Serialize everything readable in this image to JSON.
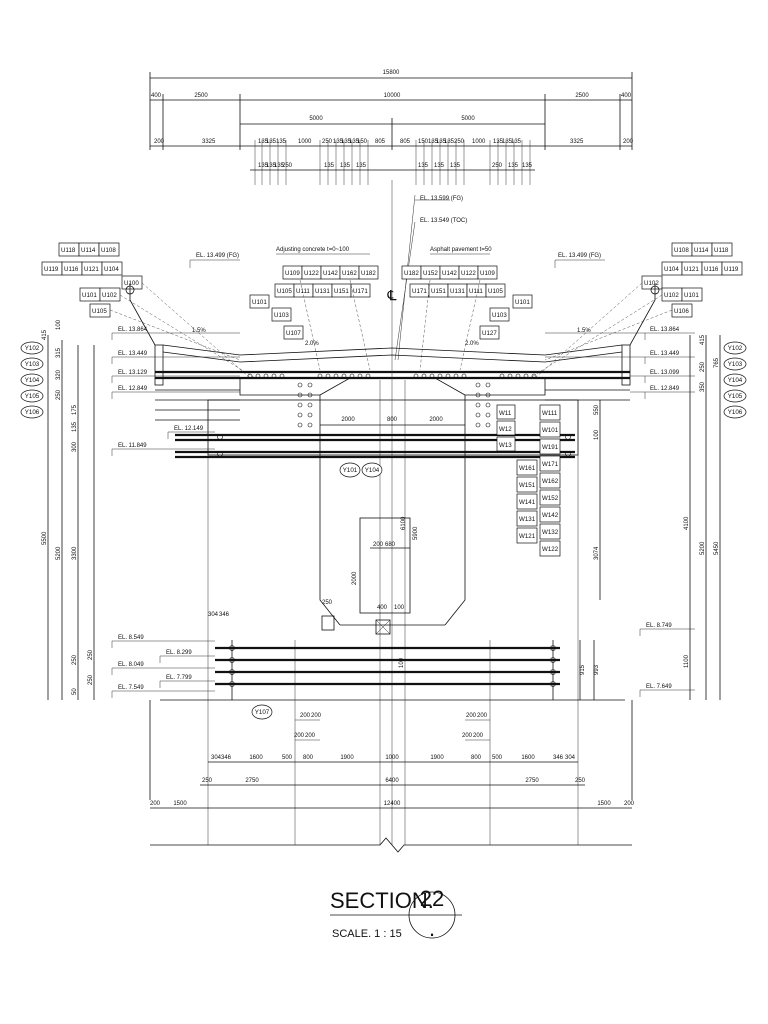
{
  "overall_width": "15800",
  "top_dims_row1": [
    "400",
    "2500",
    "10000",
    "2500",
    "400"
  ],
  "top_dims_row2": [
    "5000",
    "5000"
  ],
  "top_dims_row3_left": [
    "200",
    "3325",
    "135",
    "135",
    "135",
    "1000",
    "250",
    "135",
    "135",
    "135",
    "150",
    "805"
  ],
  "top_dims_row3_right": [
    "805",
    "150",
    "135",
    "135",
    "135",
    "250",
    "1000",
    "135",
    "135",
    "135",
    "3325",
    "200"
  ],
  "top_dims_row4": [
    "135",
    "135",
    "135",
    "250",
    "135",
    "135",
    "135",
    "135",
    "135",
    "135",
    "250",
    "135",
    "135"
  ],
  "elevations_top": {
    "fg_center": "EL. 13.599 (FG)",
    "toc": "EL. 13.549 (TOC)",
    "fg_left": "EL. 13.499 (FG)",
    "fg_right": "EL. 13.499 (FG)"
  },
  "notes": {
    "adjusting_concrete": "Adjusting concrete t=0~100",
    "asphalt": "Asphalt pavement t=50",
    "centerline": "℄"
  },
  "slopes": [
    "1.5%",
    "2.0%",
    "2.0%",
    "1.5%"
  ],
  "elev_left": [
    "EL. 13.864",
    "EL. 13.449",
    "EL. 13.129",
    "EL. 12.849",
    "EL. 12.149",
    "EL. 11.849"
  ],
  "elev_right": [
    "EL. 13.864",
    "EL. 13.449",
    "EL. 13.099",
    "EL. 12.849"
  ],
  "elev_bottom_left": [
    "EL. 8.549",
    "EL. 8.299",
    "EL. 8.049",
    "EL. 7.799",
    "EL. 7.549"
  ],
  "elev_bottom_right": [
    "EL. 8.749",
    "EL. 7.649"
  ],
  "left_tags": [
    "Y102",
    "Y103",
    "Y104",
    "Y105",
    "Y106"
  ],
  "right_tags": [
    "Y102",
    "Y103",
    "Y104",
    "Y105",
    "Y106"
  ],
  "left_labels_row1": [
    "U118",
    "U114",
    "U108"
  ],
  "left_labels_row2": [
    "U119",
    "U116",
    "U121",
    "U104"
  ],
  "left_labels_row3": [
    "U100",
    "U101",
    "U102",
    "U105"
  ],
  "right_labels_row1": [
    "U108",
    "U114",
    "U118"
  ],
  "right_labels_row2": [
    "U104",
    "U121",
    "U116",
    "U119"
  ],
  "right_labels_row3": [
    "U102",
    "U102",
    "U101",
    "U106"
  ],
  "center_left_labels": [
    "U109",
    "U122",
    "U142",
    "U162",
    "U182",
    "U101",
    "U105",
    "U111",
    "U131",
    "U151",
    "U171",
    "U103",
    "U107"
  ],
  "center_right_labels": [
    "U182",
    "U152",
    "U142",
    "U122",
    "U109",
    "U171",
    "U151",
    "U131",
    "U111",
    "U105",
    "U101",
    "U103",
    "U127"
  ],
  "w_labels_left": [
    "W11",
    "W12",
    "W13",
    "W161",
    "W151",
    "W141",
    "W131",
    "W121"
  ],
  "w_labels_right": [
    "W111",
    "W101",
    "W191",
    "W171",
    "W162",
    "W152",
    "W142",
    "W132",
    "W122"
  ],
  "center_tags": [
    "Y101",
    "Y104",
    "Y107"
  ],
  "dims_left_vertical": [
    "415",
    "100",
    "315",
    "320",
    "250",
    "175",
    "135",
    "300",
    "5500",
    "5200",
    "3300",
    "250",
    "250",
    "250",
    "50"
  ],
  "dims_right_vertical": [
    "765",
    "415",
    "250",
    "350",
    "550",
    "100",
    "4100",
    "5200",
    "5450",
    "3074",
    "915",
    "993",
    "1100"
  ],
  "dims_center": [
    "2000",
    "800",
    "2000",
    "5900",
    "6100",
    "680",
    "200",
    "2000",
    "250",
    "400",
    "100",
    "304",
    "346",
    "100"
  ],
  "bottom_dims_row1": [
    "304",
    "346",
    "1600",
    "500",
    "800",
    "1900",
    "1000",
    "1900",
    "800",
    "500",
    "1600",
    "346",
    "304"
  ],
  "bottom_dims_row2": [
    "250",
    "2750",
    "6400",
    "2750",
    "250"
  ],
  "bottom_dims_row3": [
    "200",
    "1500",
    "12400",
    "1500",
    "200"
  ],
  "bottom_dims_small": [
    "200",
    "200",
    "200",
    "200",
    "200",
    "200",
    "200",
    "200"
  ],
  "section_title": "SECTION.",
  "section_number": "22",
  "section_number_sub": ".",
  "scale_text": "SCALE. 1 : 15"
}
